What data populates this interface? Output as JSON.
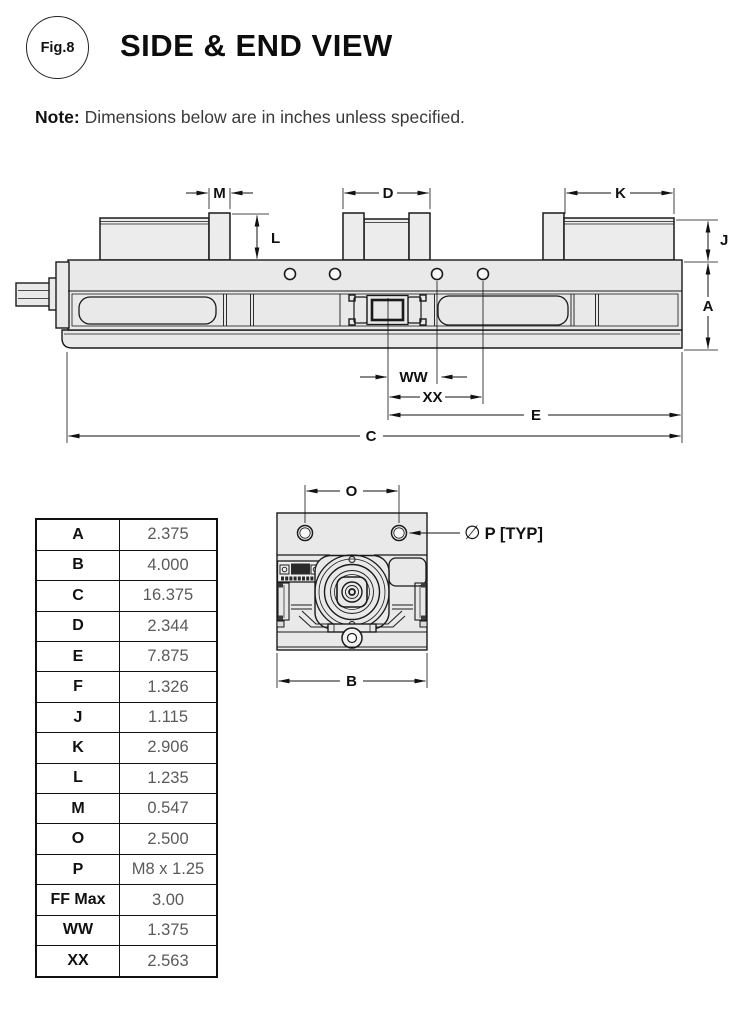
{
  "header": {
    "figure_label": "Fig.8",
    "title": "SIDE & END VIEW"
  },
  "note": {
    "label": "Note:",
    "text": " Dimensions below are in inches unless specified."
  },
  "drawing": {
    "side_view_labels": {
      "M": "M",
      "D": "D",
      "K": "K",
      "L": "L",
      "J": "J",
      "A": "A",
      "WW": "WW",
      "XX": "XX",
      "E": "E",
      "C": "C"
    },
    "end_view_labels": {
      "O": "O",
      "B": "B",
      "P_symbol": "∅",
      "P_text": "P [TYP]"
    }
  },
  "table": {
    "rows": [
      {
        "key": "A",
        "value": "2.375"
      },
      {
        "key": "B",
        "value": "4.000"
      },
      {
        "key": "C",
        "value": "16.375"
      },
      {
        "key": "D",
        "value": "2.344"
      },
      {
        "key": "E",
        "value": "7.875"
      },
      {
        "key": "F",
        "value": "1.326"
      },
      {
        "key": "J",
        "value": "1.115"
      },
      {
        "key": "K",
        "value": "2.906"
      },
      {
        "key": "L",
        "value": "1.235"
      },
      {
        "key": "M",
        "value": "0.547"
      },
      {
        "key": "O",
        "value": "2.500"
      },
      {
        "key": "P",
        "value": "M8 x 1.25"
      },
      {
        "key": "FF Max",
        "value": "3.00"
      },
      {
        "key": "WW",
        "value": "1.375"
      },
      {
        "key": "XX",
        "value": "2.563"
      }
    ]
  },
  "colors": {
    "line": "#1a1a1a",
    "body_fill": "#e9e9e9",
    "value_text": "#5a5a5a"
  }
}
